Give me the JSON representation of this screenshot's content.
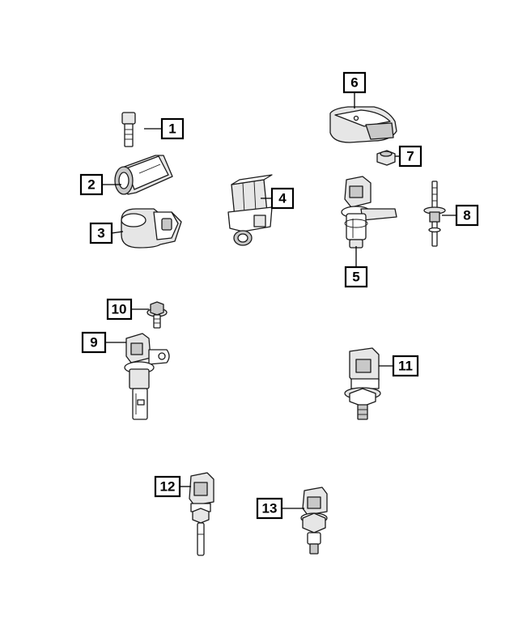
{
  "callouts": [
    {
      "id": "1",
      "label": "1"
    },
    {
      "id": "2",
      "label": "2"
    },
    {
      "id": "3",
      "label": "3"
    },
    {
      "id": "4",
      "label": "4"
    },
    {
      "id": "5",
      "label": "5"
    },
    {
      "id": "6",
      "label": "6"
    },
    {
      "id": "7",
      "label": "7"
    },
    {
      "id": "8",
      "label": "8"
    },
    {
      "id": "9",
      "label": "9"
    },
    {
      "id": "10",
      "label": "10"
    },
    {
      "id": "11",
      "label": "11"
    },
    {
      "id": "12",
      "label": "12"
    },
    {
      "id": "13",
      "label": "13"
    }
  ],
  "parts": [
    {
      "callout": "1",
      "icon": "bolt-icon"
    },
    {
      "callout": "2",
      "icon": "knock-sensor-icon"
    },
    {
      "callout": "3",
      "icon": "knock-sensor-icon"
    },
    {
      "callout": "4",
      "icon": "map-sensor-icon"
    },
    {
      "callout": "5",
      "icon": "camshaft-sensor-icon"
    },
    {
      "callout": "6",
      "icon": "sensor-cover-icon"
    },
    {
      "callout": "7",
      "icon": "nut-icon"
    },
    {
      "callout": "8",
      "icon": "stud-icon"
    },
    {
      "callout": "9",
      "icon": "crankshaft-sensor-icon"
    },
    {
      "callout": "10",
      "icon": "bolt-icon"
    },
    {
      "callout": "11",
      "icon": "pressure-sensor-icon"
    },
    {
      "callout": "12",
      "icon": "temperature-sensor-icon"
    },
    {
      "callout": "13",
      "icon": "pressure-switch-icon"
    }
  ]
}
